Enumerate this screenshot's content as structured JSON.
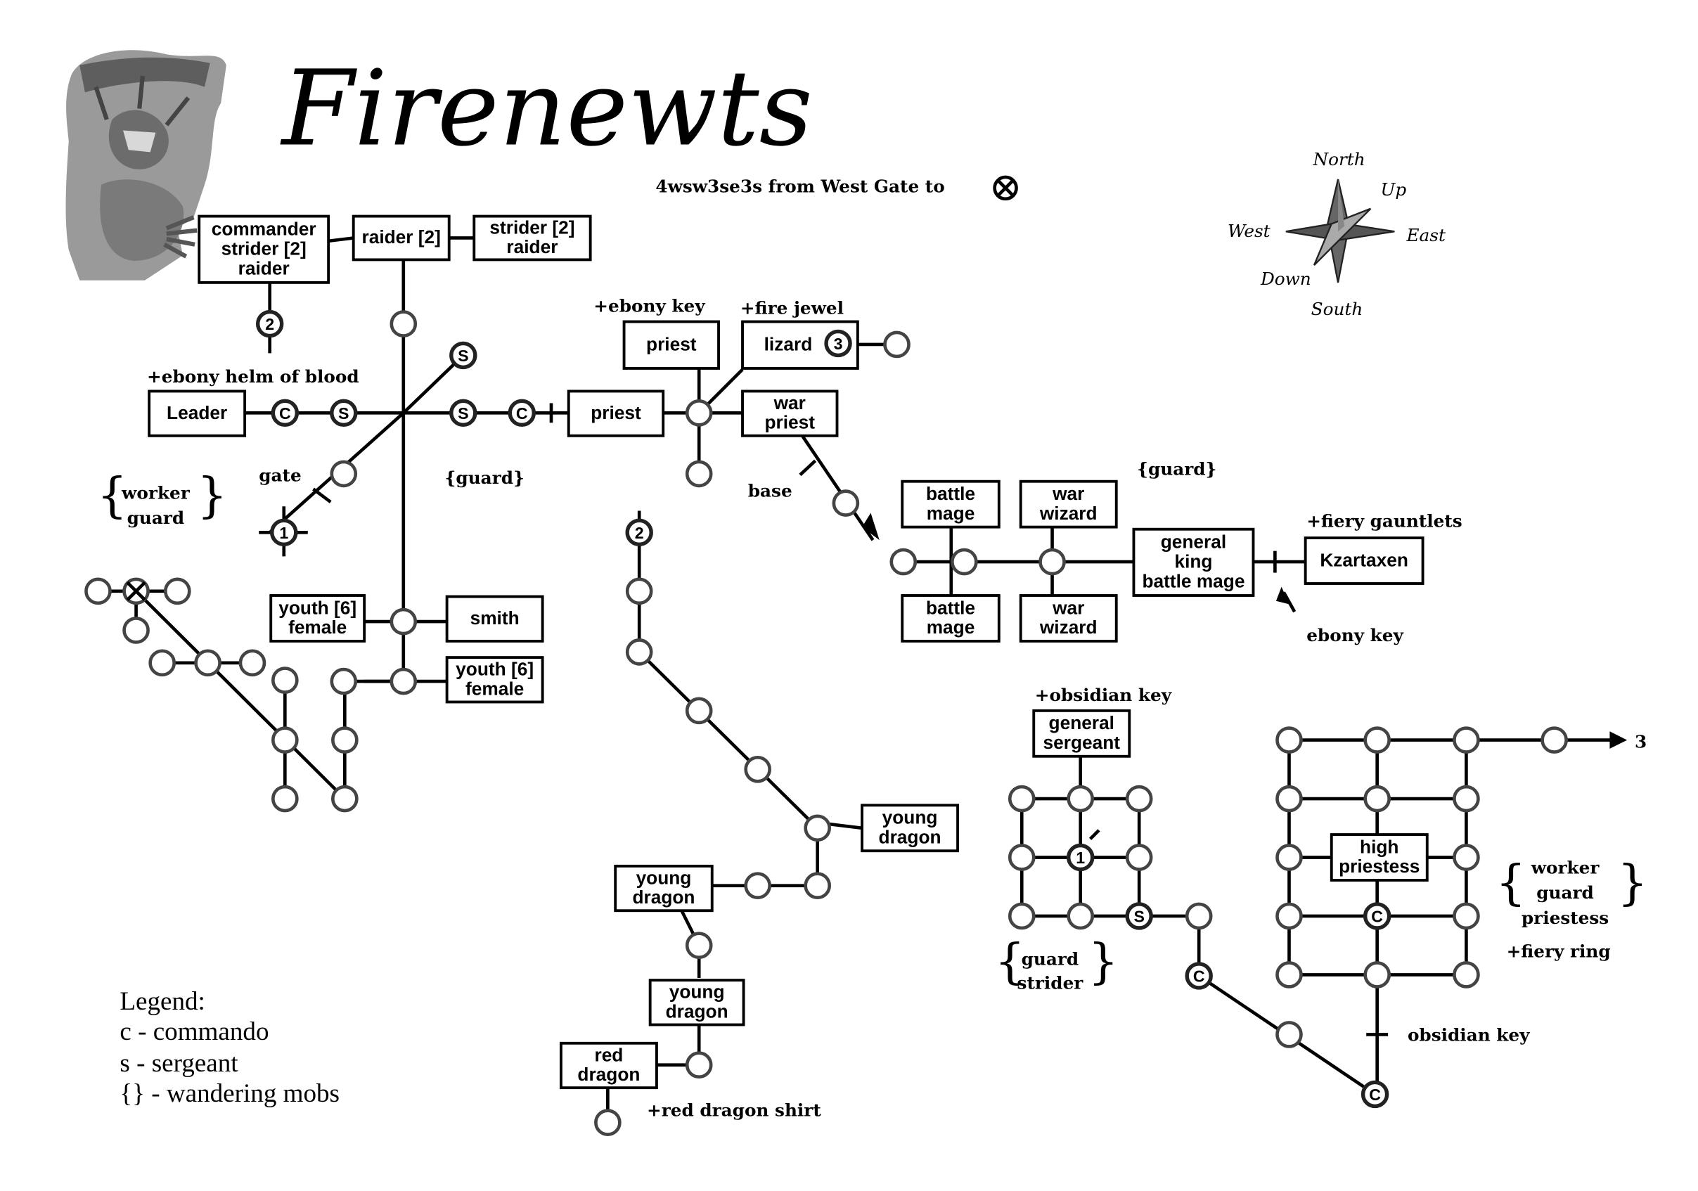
{
  "title": "Firenewts",
  "directions": {
    "text": "4wsw3se3s from West Gate to",
    "target_icon": "crossed-circle-icon"
  },
  "compass": {
    "north": "North",
    "south": "South",
    "east": "East",
    "west": "West",
    "up": "Up",
    "down": "Down"
  },
  "boxes": {
    "commander": [
      "commander",
      "strider [2]",
      "raider"
    ],
    "raider2": [
      "raider [2]"
    ],
    "strider2": [
      "strider [2]",
      "raider"
    ],
    "leader": [
      "Leader"
    ],
    "priest_top": [
      "priest"
    ],
    "lizard": [
      "lizard"
    ],
    "priest_mid": [
      "priest"
    ],
    "war_priest": [
      "war",
      "priest"
    ],
    "battle_mage_top": [
      "battle",
      "mage"
    ],
    "battle_mage_bot": [
      "battle",
      "mage"
    ],
    "war_wizard_top": [
      "war",
      "wizard"
    ],
    "war_wizard_bot": [
      "war",
      "wizard"
    ],
    "general_king": [
      "general",
      "king",
      "battle mage"
    ],
    "kzartaxen": [
      "Kzartaxen"
    ],
    "youth1": [
      "youth [6]",
      "female"
    ],
    "smith": [
      "smith"
    ],
    "youth2": [
      "youth [6]",
      "female"
    ],
    "young_dragon1": [
      "young",
      "dragon"
    ],
    "young_dragon2": [
      "young",
      "dragon"
    ],
    "young_dragon3": [
      "young",
      "dragon"
    ],
    "red_dragon": [
      "red",
      "dragon"
    ],
    "general_sergeant": [
      "general",
      "sergeant"
    ],
    "high_priestess": [
      "high",
      "priestess"
    ]
  },
  "annotations": {
    "ebony_helm": "+ebony helm of blood",
    "ebony_key_item": "+ebony key",
    "fire_jewel": "+fire jewel",
    "gate": "gate",
    "base": "base",
    "guard1": "{guard}",
    "guard2": "{guard}",
    "fiery_gauntlets": "+fiery gauntlets",
    "ebony_key_door": "ebony key",
    "obsidian_key_item": "+obsidian key",
    "obsidian_key_door": "obsidian key",
    "fiery_ring": "+fiery ring",
    "red_dragon_shirt": "+red dragon shirt",
    "exit3": "3"
  },
  "wandering": {
    "left": [
      "worker",
      "guard"
    ],
    "bottom_left": [
      "guard",
      "strider"
    ],
    "right": [
      "worker",
      "guard",
      "priestess"
    ]
  },
  "markers": {
    "commando": "C",
    "sergeant": "S",
    "link1": "1",
    "link2": "2",
    "link3": "3"
  },
  "legend": {
    "title": "Legend:",
    "items": [
      "c - commando",
      "s - sergeant",
      "{} - wandering mobs"
    ]
  }
}
